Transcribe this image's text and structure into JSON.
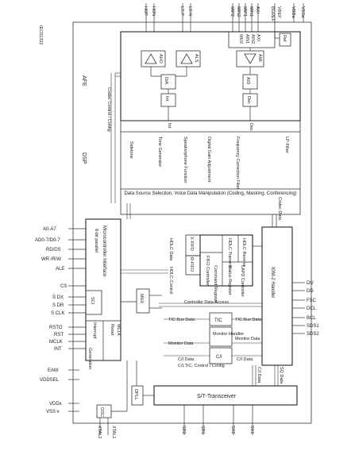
{
  "top_pins": {
    "hop": "HOP",
    "hon": "HON",
    "lsp": "LS P",
    "lsn": "LS N",
    "mip2": "MIP2",
    "min2": "MIN2",
    "mip1": "MIP1",
    "min1": "MIN1",
    "axi": "AXI",
    "bgref": "BGREF",
    "vref": "VREF",
    "vdda": "VDDa",
    "vssa": "VSSa"
  },
  "figure_id": "IEC01322",
  "section_labels": {
    "afe": "AFE",
    "dsp": "DSP"
  },
  "afe": {
    "aho": "AHO",
    "als": "ALS",
    "amux": "MUX",
    "ain1": "AIN1",
    "ain2": "AIN2",
    "axi_in": "AXI",
    "ami": "AMI",
    "da": "D/A",
    "ad": "A/D",
    "int": "Int",
    "dec": "Dec",
    "ref": "Ref",
    "codec_link": "Codec Control / Config",
    "int_sep": "Int",
    "dec_sep": "Dec"
  },
  "dsp": {
    "sidetone": "Sidetone",
    "tone_generator": "Tone Generator",
    "speakerphone": "Speakerphone Function",
    "digital_gain": "Digital Gain Adjustment",
    "freq_corr": "Frequency Correction Filter",
    "lp_filter": "LP-Filter",
    "data_source": "Data Source Selection, Voice Data Manipulation (Coding, Masking, Conferencing)",
    "codec_data": "Codec Data"
  },
  "left_pins": {
    "a0_a7": "A0-A7",
    "ad0_ad7": "AD0-7/D0-7",
    "rd_ds": "RD/DS",
    "wr_rw": "WR /R/W",
    "ale": "ALE",
    "cs": "CS",
    "sdx": "S DX",
    "sdr": "S DR",
    "sclk": "S CLK",
    "rsto": "RSTO",
    "rst": "RST",
    "mclk": "MCLK",
    "int": "INT",
    "eaw": "EAW",
    "vddsel": "VDDSEL",
    "vddx": "VDDx",
    "vssx": "VSS x"
  },
  "micro": {
    "interface": "Microcontroller Interface",
    "parallel": "8-bit parallel",
    "sci": "SCI",
    "reset": "Reset",
    "mclk": "MCLK",
    "interrupt": "Interrupt",
    "generation": "Generation",
    "mux": "MUX",
    "dpll": "DPLL",
    "osc": "OSC"
  },
  "hdlc": {
    "xfifo": "X-FIFO",
    "rfifo": "R-FIFO",
    "hdlc_data": "HDLC Data",
    "hdlc_control": "HDLC Control",
    "hdlc_xmit": "HDLC Transmit",
    "hdlc_recv": "HDLC Receive",
    "lapd": "LAPD Controller",
    "fifo": "FIFO Controller",
    "command": "Command Register",
    "status": "Status Register",
    "ctrl_data_access": "Controller Data Access",
    "tic_bus_data_l": "TIC Bus Data",
    "tic": "TIC",
    "tic_bus_data_r": "TIC Bus Data",
    "monitor_handler": "Monitor Handler",
    "monitor_data_l": "Monitor Data",
    "monitor_data_r": "Monitor Data",
    "ci_data_l": "C/I Data",
    "ci": "C/I",
    "ci_data_r": "C/I Data",
    "ci_extra": "C/I,TIC, Control / Config",
    "sq_data": "S/Q Data",
    "ci_data_vert": "C/I Data"
  },
  "iom": {
    "handler": "IOM-2 Handler",
    "sq_data": "SQ Data"
  },
  "right_pins": {
    "du": "DU",
    "dd": "DD",
    "fsc": "FSC",
    "dcl": "DCL",
    "bcl": "BCL",
    "sds1": "SDS1",
    "sds2": "SDS2"
  },
  "transceiver": "S/T-Transceiver",
  "bottom_pins": {
    "xtal2": "XTAL2",
    "xtal1": "XTAL1",
    "sr2": "SR2",
    "sr1": "SR1",
    "sx2": "SX2",
    "sx1": "SX1"
  }
}
